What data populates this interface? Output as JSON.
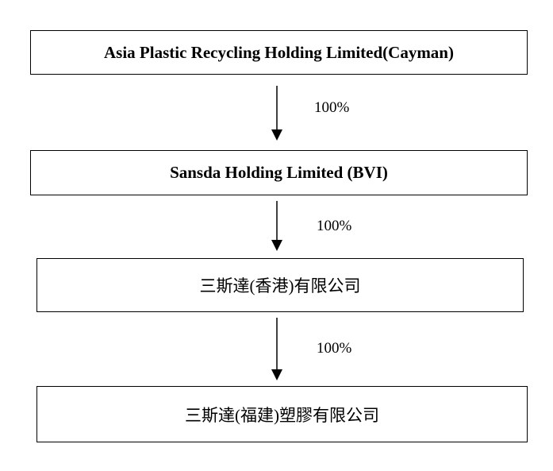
{
  "diagram": {
    "entities": [
      {
        "label": "Asia Plastic Recycling Holding Limited(Cayman)"
      },
      {
        "label": "Sansda Holding Limited (BVI)"
      },
      {
        "label": "三斯達(香港)有限公司"
      },
      {
        "label": "三斯達(福建)塑膠有限公司"
      }
    ],
    "links": [
      {
        "ownership": "100%"
      },
      {
        "ownership": "100%"
      },
      {
        "ownership": "100%"
      }
    ]
  }
}
